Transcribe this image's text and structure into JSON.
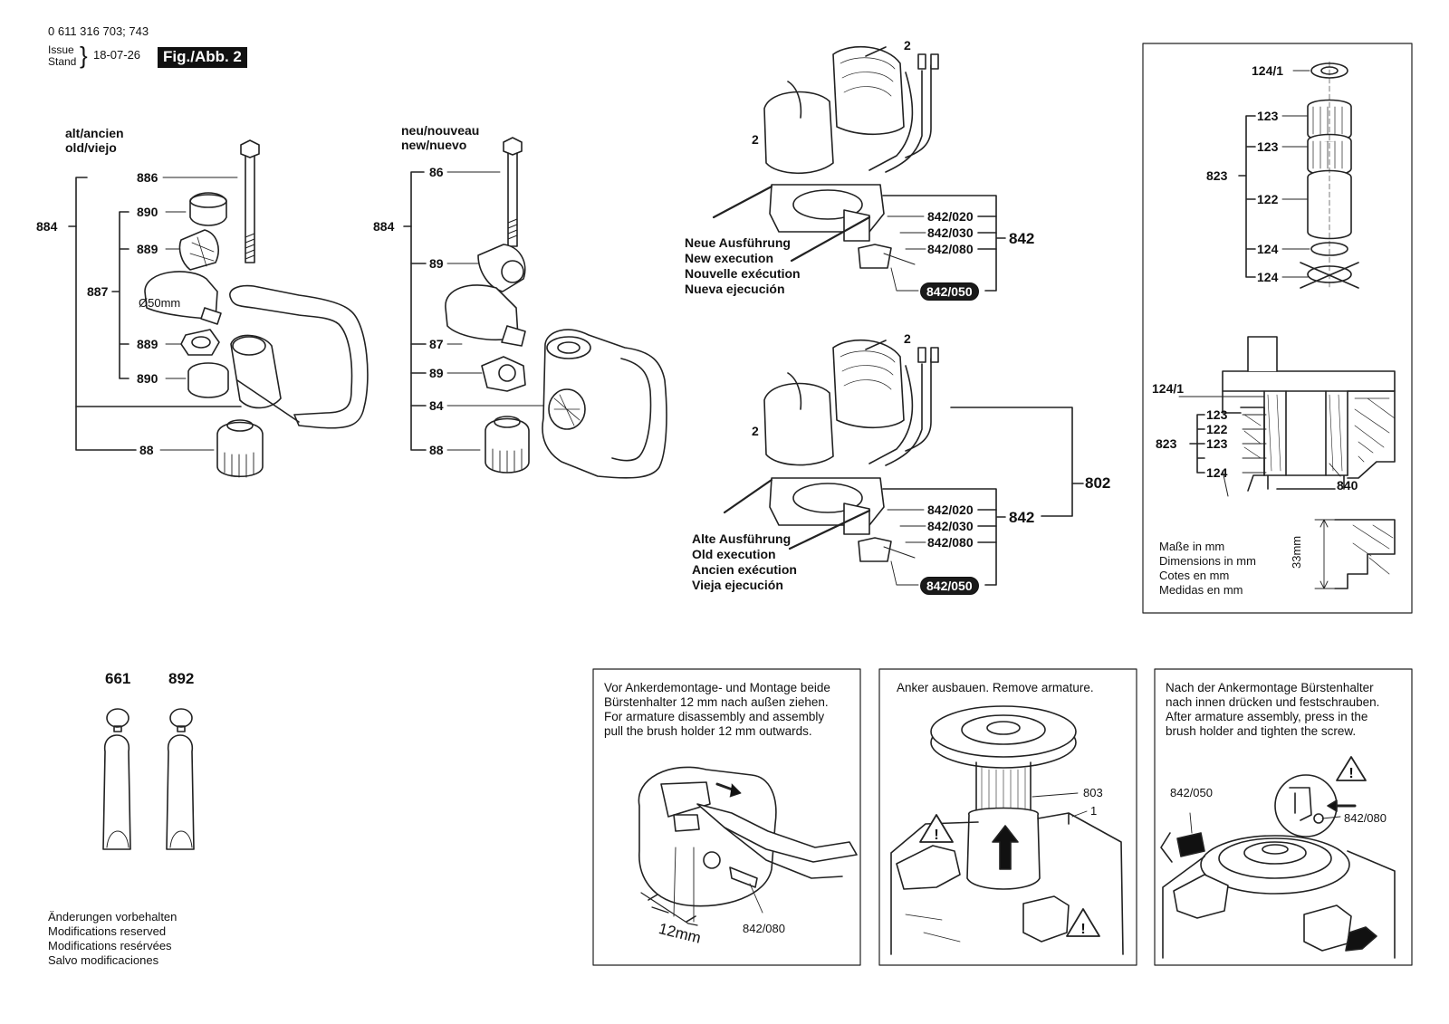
{
  "header": {
    "part_number": "0 611 316 703; 743",
    "issue_label": "Issue",
    "stand_label": "Stand",
    "date": "18-07-26",
    "figure": "Fig./Abb. 2"
  },
  "left_group": {
    "title_1": "alt/ancien",
    "title_2": "old/viejo",
    "labels": [
      "886",
      "884",
      "890",
      "889",
      "887",
      "889",
      "890",
      "88"
    ],
    "diameter": "Ø50mm"
  },
  "mid_group": {
    "title_1": "neu/nouveau",
    "title_2": "new/nuevo",
    "labels": [
      "86",
      "884",
      "89",
      "87",
      "89",
      "84",
      "88"
    ]
  },
  "field_top": {
    "ref_2a": "2",
    "ref_2b": "2",
    "parts": [
      "842/020",
      "842/030",
      "842/080"
    ],
    "group": "842",
    "pill": "842/050",
    "execution": [
      "Neue Ausführung",
      "New execution",
      "Nouvelle exécution",
      "Nueva ejecución"
    ]
  },
  "field_bottom": {
    "ref_2a": "2",
    "ref_2b": "2",
    "parts": [
      "842/020",
      "842/030",
      "842/080"
    ],
    "group": "842",
    "pill": "842/050",
    "assembly": "802",
    "execution": [
      "Alte Ausführung",
      "Old execution",
      "Ancien exécution",
      "Vieja ejecución"
    ]
  },
  "right_panel": {
    "upper_labels": [
      "124/1",
      "123",
      "123",
      "823",
      "122",
      "124",
      "124"
    ],
    "section_labels": [
      "124/1",
      "123",
      "122",
      "823",
      "123",
      "124",
      "840"
    ],
    "dimension": "33mm",
    "units": [
      "Maße in mm",
      "Dimensions in mm",
      "Cotes en mm",
      "Medidas en mm"
    ]
  },
  "tubes": {
    "labels": [
      "661",
      "892"
    ]
  },
  "disclaimer": [
    "Änderungen vorbehalten",
    "Modifications reserved",
    "Modifications resérvées",
    "Salvo modificaciones"
  ],
  "step1": {
    "text": [
      "Vor Ankerdemontage- und Montage beide",
      "Bürstenhalter 12 mm nach außen ziehen.",
      "For armature disassembly and assembly",
      "pull the brush holder 12 mm outwards."
    ],
    "dim": "12mm",
    "part": "842/080"
  },
  "step2": {
    "text": "Anker ausbauen. Remove armature.",
    "part": "803",
    "ref": "1"
  },
  "step3": {
    "text": [
      "Nach der Ankermontage Bürstenhalter",
      "nach innen drücken und festschrauben.",
      "After armature assembly, press in the",
      "brush holder and tighten the screw."
    ],
    "part_a": "842/050",
    "part_b": "842/080"
  }
}
